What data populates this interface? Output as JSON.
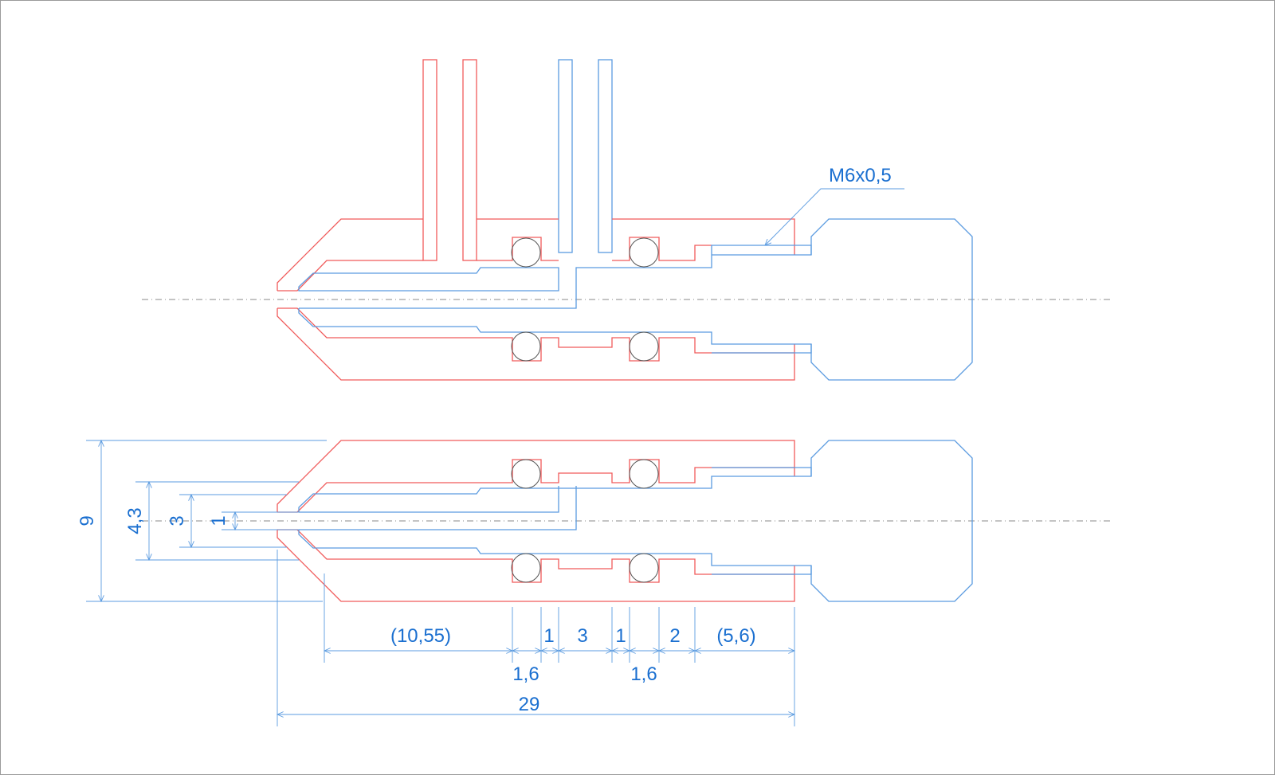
{
  "drawing": {
    "thread_callout": "M6x0,5",
    "vertical_dimensions": [
      "9",
      "4,3",
      "3",
      "1"
    ],
    "horizontal_dimensions": [
      "(10,55)",
      "1",
      "3",
      "1",
      "2",
      "(5,6)",
      "1,6",
      "1,6",
      "29"
    ],
    "colors": {
      "part_a": "#f05a5a",
      "part_b": "#5b9be0",
      "dimension_text": "#1a6fd0",
      "o_ring": "#555555"
    }
  }
}
